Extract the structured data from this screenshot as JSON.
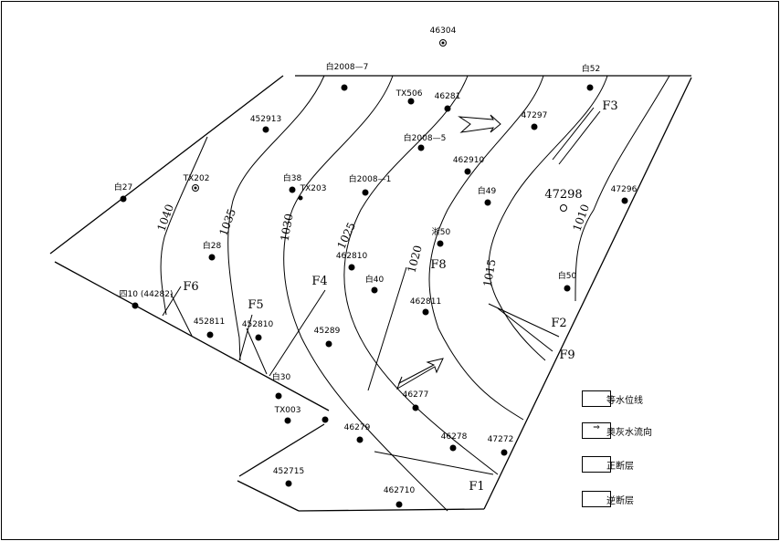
{
  "wells": [
    "46304",
    "白2008—7",
    "TX506",
    "46281",
    "452913",
    "47297",
    "白52",
    "白2008—5",
    "462910",
    "TX202",
    "白27",
    "白38",
    "TX203",
    "白2008—1",
    "白49",
    "47298",
    "47296",
    "白28",
    "淅50",
    "462810",
    "白40",
    "白50",
    "四10 (44282)",
    "462811",
    "452811",
    "452810",
    "45289",
    "白30",
    "46277",
    "TX003",
    "46279",
    "46278",
    "47272",
    "452715",
    "462710"
  ],
  "contours": [
    "1040",
    "1035",
    "1030",
    "1025",
    "1020",
    "1015",
    "1010"
  ],
  "faults": [
    "F1",
    "F2",
    "F3",
    "F4",
    "F5",
    "F6",
    "F8",
    "F9"
  ],
  "legend": {
    "isoline": "等水位线",
    "flow": "奥灰水流向",
    "normal_fault": "正断层",
    "reverse_fault": "逆断层"
  }
}
